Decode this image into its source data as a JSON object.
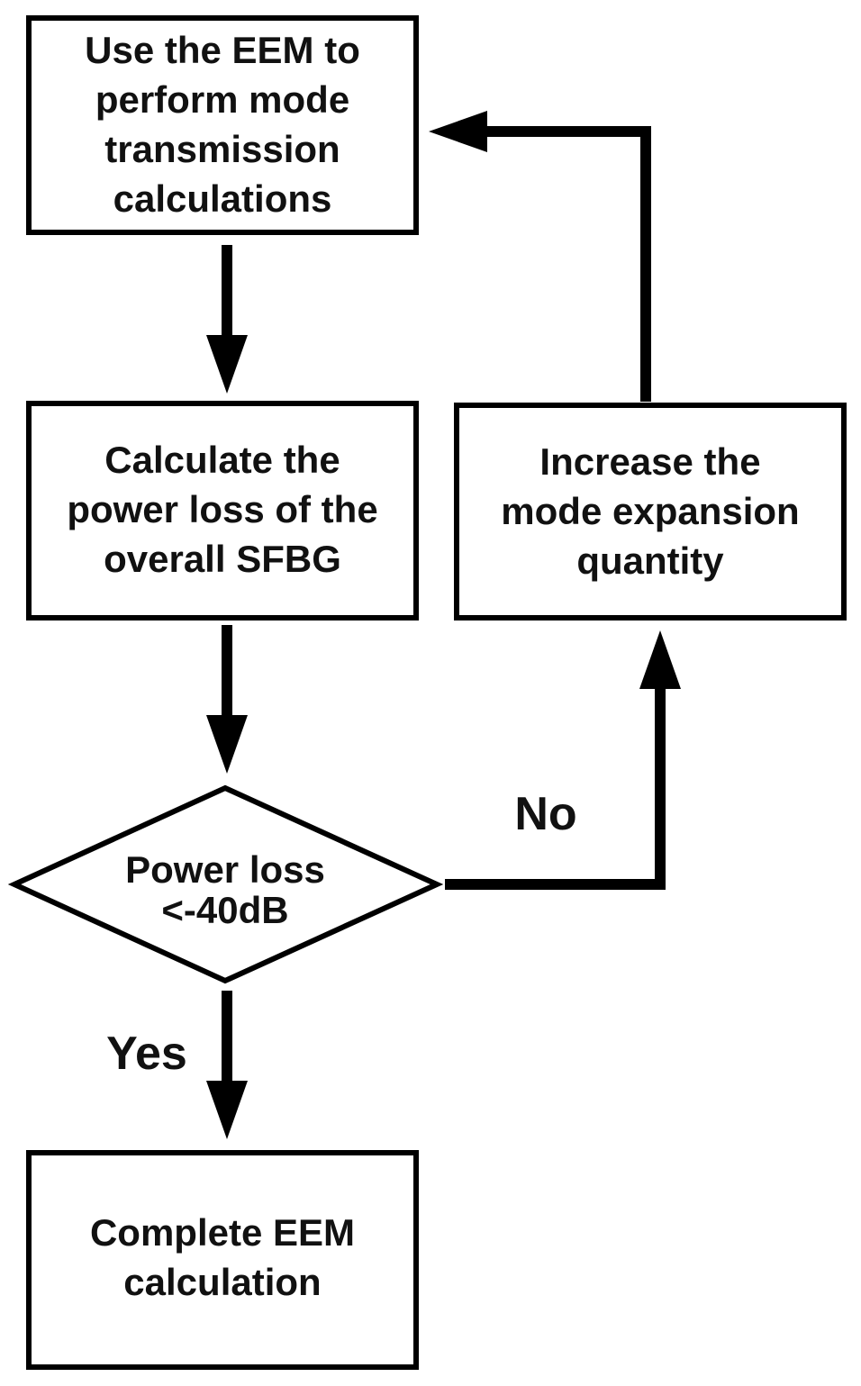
{
  "nodes": {
    "use_eem": {
      "lines": [
        "Use the EEM to",
        "perform mode",
        "transmission",
        "calculations"
      ]
    },
    "calc_power_loss": {
      "lines": [
        "Calculate the",
        "power loss of the",
        "overall SFBG"
      ]
    },
    "decision": {
      "lines": [
        "Power loss",
        "<-40dB"
      ]
    },
    "increase_mode": {
      "lines": [
        "Increase the",
        "mode expansion",
        "quantity"
      ]
    },
    "complete": {
      "lines": [
        "Complete EEM",
        "calculation"
      ]
    }
  },
  "edges": {
    "no_label": "No",
    "yes_label": "Yes"
  }
}
